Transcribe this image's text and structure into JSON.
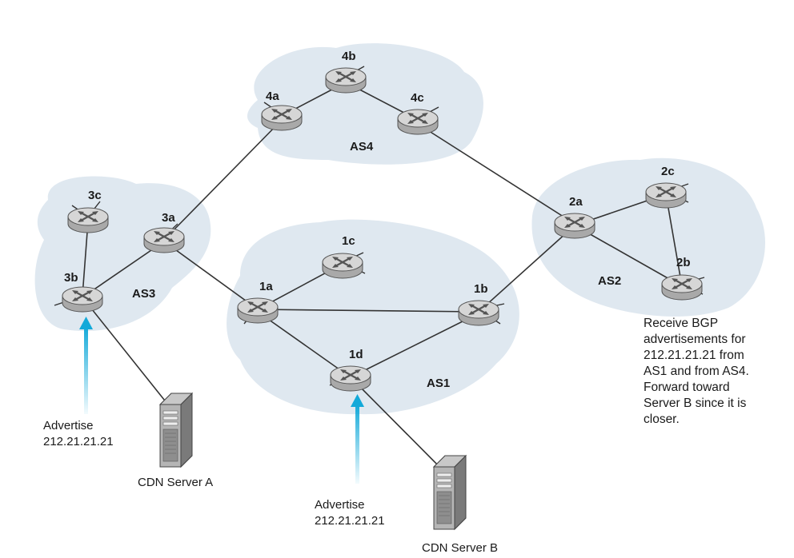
{
  "colors": {
    "cloud_fill": "#dfe8f0",
    "router_body": "#b8b8b8",
    "router_top": "#d8d8d8",
    "link": "#333333",
    "arrow": "#12a9d9"
  },
  "icons": {
    "router": "router-icon",
    "server": "server-icon",
    "arrow": "arrow-up-icon"
  },
  "as_labels": {
    "as1": "AS1",
    "as2": "AS2",
    "as3": "AS3",
    "as4": "AS4"
  },
  "routers": {
    "r4a": "4a",
    "r4b": "4b",
    "r4c": "4c",
    "r3a": "3a",
    "r3b": "3b",
    "r3c": "3c",
    "r1a": "1a",
    "r1b": "1b",
    "r1c": "1c",
    "r1d": "1d",
    "r2a": "2a",
    "r2b": "2b",
    "r2c": "2c"
  },
  "servers": {
    "a": "CDN Server A",
    "b": "CDN Server B"
  },
  "advertise_a": [
    "Advertise",
    "212.21.21.21"
  ],
  "advertise_b": [
    "Advertise",
    "212.21.21.21"
  ],
  "note_lines": [
    "Receive BGP",
    "advertisements for",
    "212.21.21.21 from",
    "AS1 and from AS4.",
    "Forward toward",
    "Server B since it is",
    "closer."
  ]
}
